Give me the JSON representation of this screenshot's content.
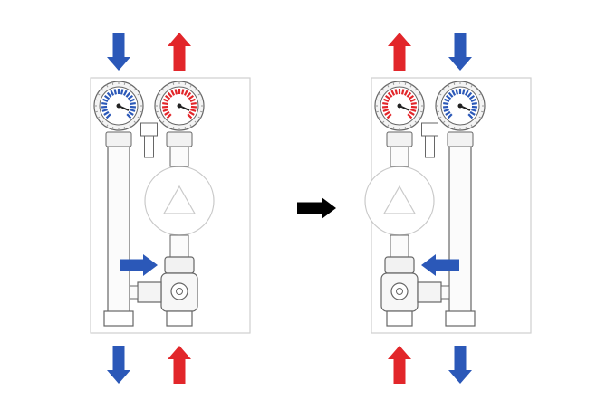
{
  "colors": {
    "cold": "#2b58b8",
    "hot": "#e2262a",
    "transition": "#000000",
    "outline": "#666666",
    "panel": "#cfcfcf",
    "pump": "#c9c9c9"
  },
  "diagrams": [
    {
      "id": "original",
      "pump_side": "right",
      "top_arrows": [
        {
          "color": "cold",
          "direction": "down"
        },
        {
          "color": "hot",
          "direction": "up"
        }
      ],
      "bottom_arrows": [
        {
          "color": "cold",
          "direction": "down"
        },
        {
          "color": "hot",
          "direction": "up"
        }
      ],
      "gauges": [
        {
          "position": "left",
          "color": "cold"
        },
        {
          "position": "right",
          "color": "hot"
        }
      ],
      "flow_arrow": {
        "color": "cold",
        "direction": "right"
      }
    },
    {
      "id": "reversed",
      "pump_side": "left",
      "top_arrows": [
        {
          "color": "hot",
          "direction": "up"
        },
        {
          "color": "cold",
          "direction": "down"
        }
      ],
      "bottom_arrows": [
        {
          "color": "hot",
          "direction": "up"
        },
        {
          "color": "cold",
          "direction": "down"
        }
      ],
      "gauges": [
        {
          "position": "left",
          "color": "hot"
        },
        {
          "position": "right",
          "color": "cold"
        }
      ],
      "flow_arrow": {
        "color": "cold",
        "direction": "left"
      }
    }
  ],
  "icons": {
    "transition": "right-arrow-icon",
    "pump": "pump-triangle-icon",
    "gauge": "thermometer-gauge-icon",
    "valve": "mixing-valve-icon"
  }
}
